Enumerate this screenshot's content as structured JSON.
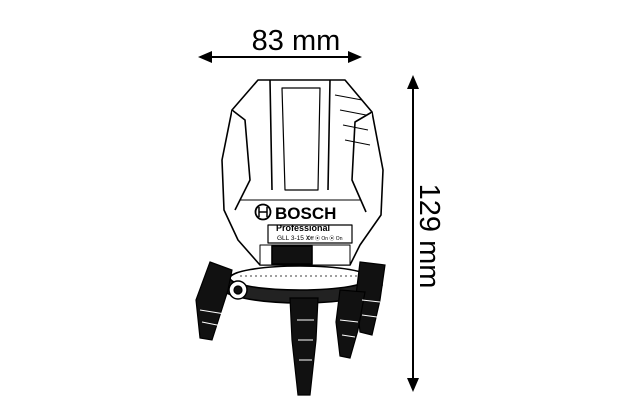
{
  "dimensions": {
    "width_label": "83 mm",
    "height_label": "129 mm"
  },
  "device": {
    "brand": "BOSCH",
    "line": "Professional",
    "model": "GLL 3-15 X",
    "switch_label": "Off ⦿ On ⦿ On"
  }
}
